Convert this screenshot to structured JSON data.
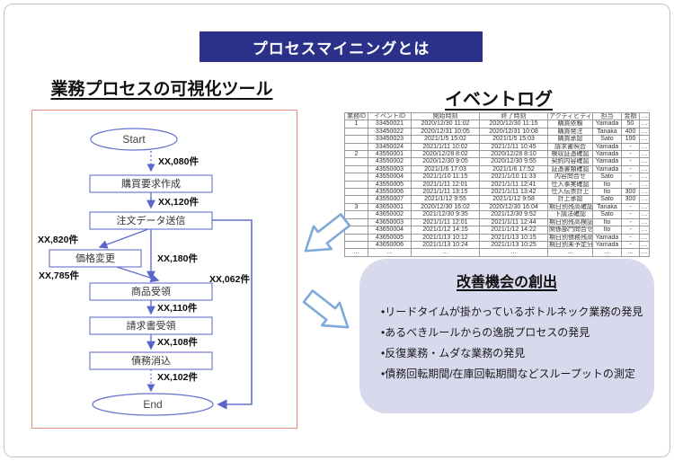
{
  "colors": {
    "banner_bg": "#2b3088",
    "banner_text": "#ffffff",
    "flow_stroke": "#6470cd",
    "flow_frame_border": "#e8897e",
    "improvement_bg": "#d9d9ee",
    "block_arrow_stroke": "#7fa9d9"
  },
  "title_banner": {
    "label": "プロセスマイニングとは"
  },
  "left_panel": {
    "heading": "業務プロセスの可視化ツール",
    "flowchart": {
      "start_label": "Start",
      "end_label": "End",
      "nodes": {
        "create_request": "購買要求作成",
        "send_order": "注文データ送信",
        "price_change": "価格変更",
        "goods_receipt": "商品受領",
        "invoice_receipt": "請求書受領",
        "debt_clearing": "債務消込"
      },
      "edge_labels": {
        "start_to_create": "XX,080件",
        "create_to_send": "XX,120件",
        "send_to_price": "XX,820件",
        "send_to_receipt": "XX,180件",
        "price_to_receipt": "XX,785件",
        "bypass_to_end": "XX,062件",
        "receipt_to_invoice": "XX,110件",
        "invoice_to_clearing": "XX,108件",
        "clearing_to_end": "XX,102件"
      }
    }
  },
  "event_log": {
    "heading": "イベントログ",
    "columns": [
      "業務ID",
      "イベントID",
      "開始時刻",
      "終了時刻",
      "アクティビティ",
      "担当",
      "金額",
      "…"
    ],
    "rows": [
      [
        "1",
        "33450021",
        "2020/12/30 11:02",
        "2020/12/30 11:15",
        "購買依頼",
        "Yamada",
        "50",
        "…"
      ],
      [
        "",
        "33450022",
        "2020/12/31 10:05",
        "2020/12/31 10:08",
        "購買発注",
        "Tanaka",
        "400",
        "…"
      ],
      [
        "",
        "33450023",
        "2021/1/5 15:02",
        "2021/1/5 15:03",
        "購買承認",
        "Sato",
        "100",
        "…"
      ],
      [
        "",
        "33450024",
        "2021/1/11 10:02",
        "2021/1/11 10:45",
        "請求書照合",
        "Yamada",
        "-",
        "…"
      ],
      [
        "2",
        "43550001",
        "2020/12/28 8:02",
        "2020/12/28 8:10",
        "検収証憑確認",
        "Yamada",
        "-",
        "…"
      ],
      [
        "",
        "43550002",
        "2020/12/30 9:05",
        "2020/12/30 9:55",
        "契約内容確認",
        "Yamada",
        "-",
        "…"
      ],
      [
        "",
        "43550003",
        "2021/1/6 17:03",
        "2021/1/6 17:52",
        "証憑書類確認",
        "Yamada",
        "-",
        "…"
      ],
      [
        "",
        "43550004",
        "2021/1/10 11:15",
        "2021/1/10 11:33",
        "内容問合せ",
        "Sato",
        "-",
        "…"
      ],
      [
        "",
        "43550005",
        "2021/1/11 12:01",
        "2021/1/11 12:41",
        "仕入事実確認",
        "Ito",
        "-",
        "…"
      ],
      [
        "",
        "43550006",
        "2021/1/11 13:15",
        "2021/1/11 13:42",
        "仕入伝票計上",
        "Ito",
        "300",
        "…"
      ],
      [
        "",
        "43550007",
        "2021/1/12 9:55",
        "2021/1/12 9:58",
        "計上承認",
        "Sato",
        "300",
        "…"
      ],
      [
        "3",
        "43650001",
        "2020/12/30 16:02",
        "2020/12/30 16:04",
        "期日別残高確認",
        "Tanaka",
        "-",
        "…"
      ],
      [
        "",
        "43650002",
        "2021/12/30 9:35",
        "2021/12/30 9:52",
        "下請法確認",
        "Sato",
        "-",
        "…"
      ],
      [
        "",
        "43650003",
        "2021/1/11 12:01",
        "2021/1/11 12:44",
        "期日別残高検証",
        "Ito",
        "-",
        "…"
      ],
      [
        "",
        "43650004",
        "2021/1/12 14:15",
        "2021/1/12 14:22",
        "関係部門問合せ",
        "Ito",
        "-",
        "…"
      ],
      [
        "",
        "43650005",
        "2021/1/13 10:12",
        "2021/1/13 10:15",
        "期日別債務残高報告",
        "Yamada",
        "-",
        "…"
      ],
      [
        "",
        "43650006",
        "2021/1/13 10:24",
        "2021/1/13 10:25",
        "期日別未予定分抽出",
        "Yamada",
        "-",
        "…"
      ],
      [
        "…",
        "…",
        "…",
        "…",
        "…",
        "…",
        "…",
        "…"
      ]
    ]
  },
  "improvement": {
    "heading": "改善機会の創出",
    "bullets": [
      "•リードタイムが掛かっているボトルネック業務の発見",
      "•あるべきルールからの逸脱プロセスの発見",
      "•反復業務・ムダな業務の発見",
      "•債務回転期間/在庫回転期間などスループットの測定"
    ]
  }
}
